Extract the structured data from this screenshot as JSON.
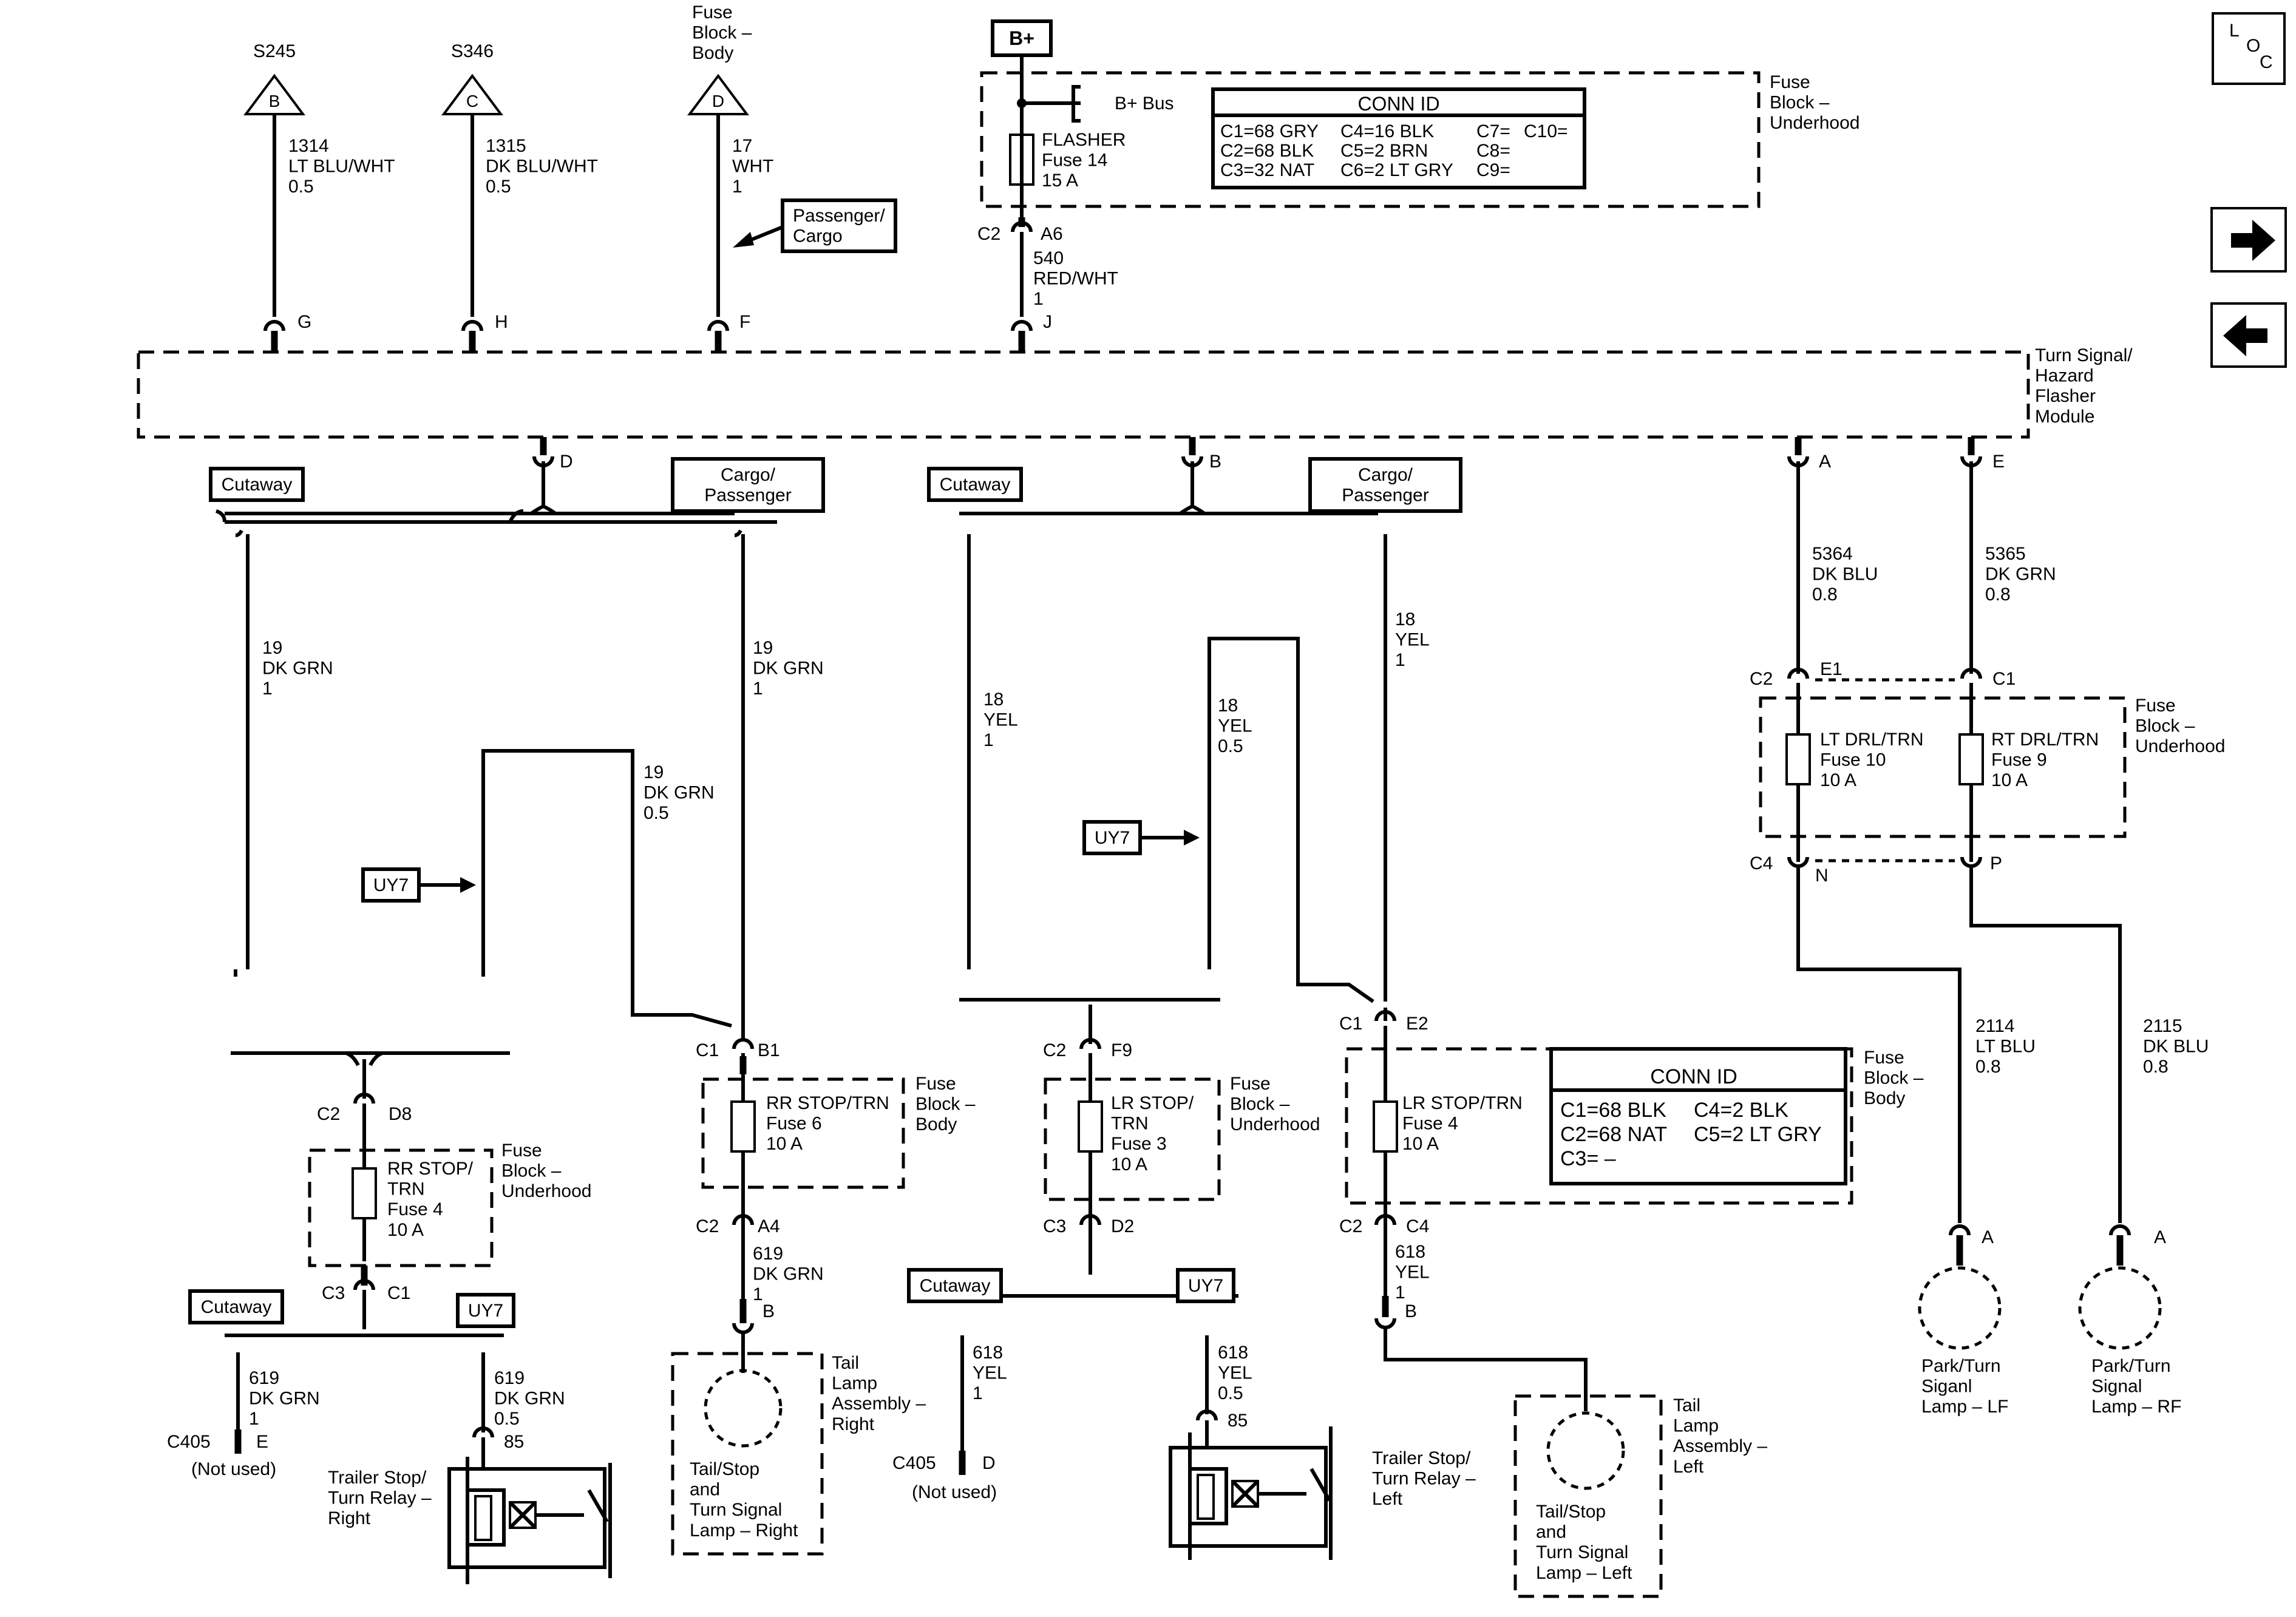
{
  "locator": {
    "l": "L",
    "o": "O",
    "c": "C"
  },
  "splices": [
    {
      "name": "S245",
      "letter": "B"
    },
    {
      "name": "S346",
      "letter": "C"
    },
    {
      "name": "Fuse\nBlock –\nBody",
      "letter": "D"
    }
  ],
  "bplus": "B+",
  "bplus_bus": "B+ Bus",
  "flasher": "FLASHER\nFuse 14\n15 A",
  "fuse_block_underhood": "Fuse\nBlock –\nUnderhood",
  "fuse_block_body": "Fuse\nBlock –\nBody",
  "conn_top": {
    "title": "CONN ID",
    "rows": [
      "C1=68 GRY",
      "C2=68 BLK",
      "C3=32 NAT",
      "C4=16 BLK",
      "C5=2 BRN",
      "C6=2 LT GRY",
      "C7=",
      "C8=",
      "C9=",
      "C10="
    ]
  },
  "conn_body": {
    "title": "CONN ID",
    "rows": [
      "C1=68 BLK",
      "C2=68 NAT",
      "C3= –",
      "C4=2 BLK",
      "C5=2 LT GRY"
    ]
  },
  "wires": {
    "w1314": "1314\nLT BLU/WHT\n0.5",
    "w1315": "1315\nDK BLU/WHT\n0.5",
    "w17": "17\nWHT\n1",
    "w540": "540\nRED/WHT\n1",
    "dkgrn19_1": "19\nDK GRN\n1",
    "dkgrn19_05": "19\nDK GRN\n0.5",
    "yel18_1": "18\nYEL\n1",
    "yel18_05": "18\nYEL\n0.5",
    "w5364": "5364\nDK BLU\n0.8",
    "w5365": "5365\nDK GRN\n0.8",
    "w619_1": "619\nDK GRN\n1",
    "w619_05": "619\nDK GRN\n0.5",
    "w618_1": "618\nYEL\n1",
    "w618_05": "618\nYEL\n0.5",
    "w2114": "2114\nLT BLU\n0.8",
    "w2115": "2115\nDK BLU\n0.8"
  },
  "option_labels": {
    "passenger_cargo": "Passenger/\nCargo",
    "cargo_passenger": "Cargo/\nPassenger",
    "cutaway": "Cutaway",
    "uy7": "UY7"
  },
  "module_label": "Turn Signal/\nHazard\nFlasher\nModule",
  "fuses": {
    "lt_drl": "LT DRL/TRN\nFuse 10\n10 A",
    "rt_drl": "RT DRL/TRN\nFuse 9\n10 A",
    "rr_stop_underhood": "RR STOP/\nTRN\nFuse 4\n10 A",
    "rr_stop_body": "RR STOP/TRN\nFuse 6\n10 A",
    "lr_stop_underhood": "LR STOP/\nTRN\nFuse 3\n10 A",
    "lr_stop_body": "LR STOP/TRN\nFuse 4\n10 A"
  },
  "pins": {
    "G": "G",
    "H": "H",
    "F": "F",
    "J": "J",
    "D": "D",
    "B": "B",
    "A": "A",
    "E": "E",
    "A6": "A6",
    "E1": "E1",
    "N": "N",
    "P": "P",
    "D8": "D8",
    "B1": "B1",
    "F9": "F9",
    "E2": "E2",
    "A4": "A4",
    "D2": "D2",
    "C4": "C4",
    "C1": "C1",
    "85": "85",
    "C2": "C2",
    "C3": "C3",
    "C405": "C405"
  },
  "components": {
    "tail_right": "Tail\nLamp\nAssembly –\nRight",
    "tail_right_inner": "Tail/Stop\nand\nTurn Signal\nLamp – Right",
    "tail_left": "Tail\nLamp\nAssembly –\nLeft",
    "tail_left_inner": "Tail/Stop\nand\nTurn Signal\nLamp – Left",
    "park_lf": "Park/Turn\nSiganl\nLamp – LF",
    "park_rf": "Park/Turn\nSignal\nLamp – RF",
    "relay_right": "Trailer Stop/\nTurn Relay –\nRight",
    "relay_left": "Trailer Stop/\nTurn Relay –\nLeft",
    "not_used": "(Not used)"
  }
}
